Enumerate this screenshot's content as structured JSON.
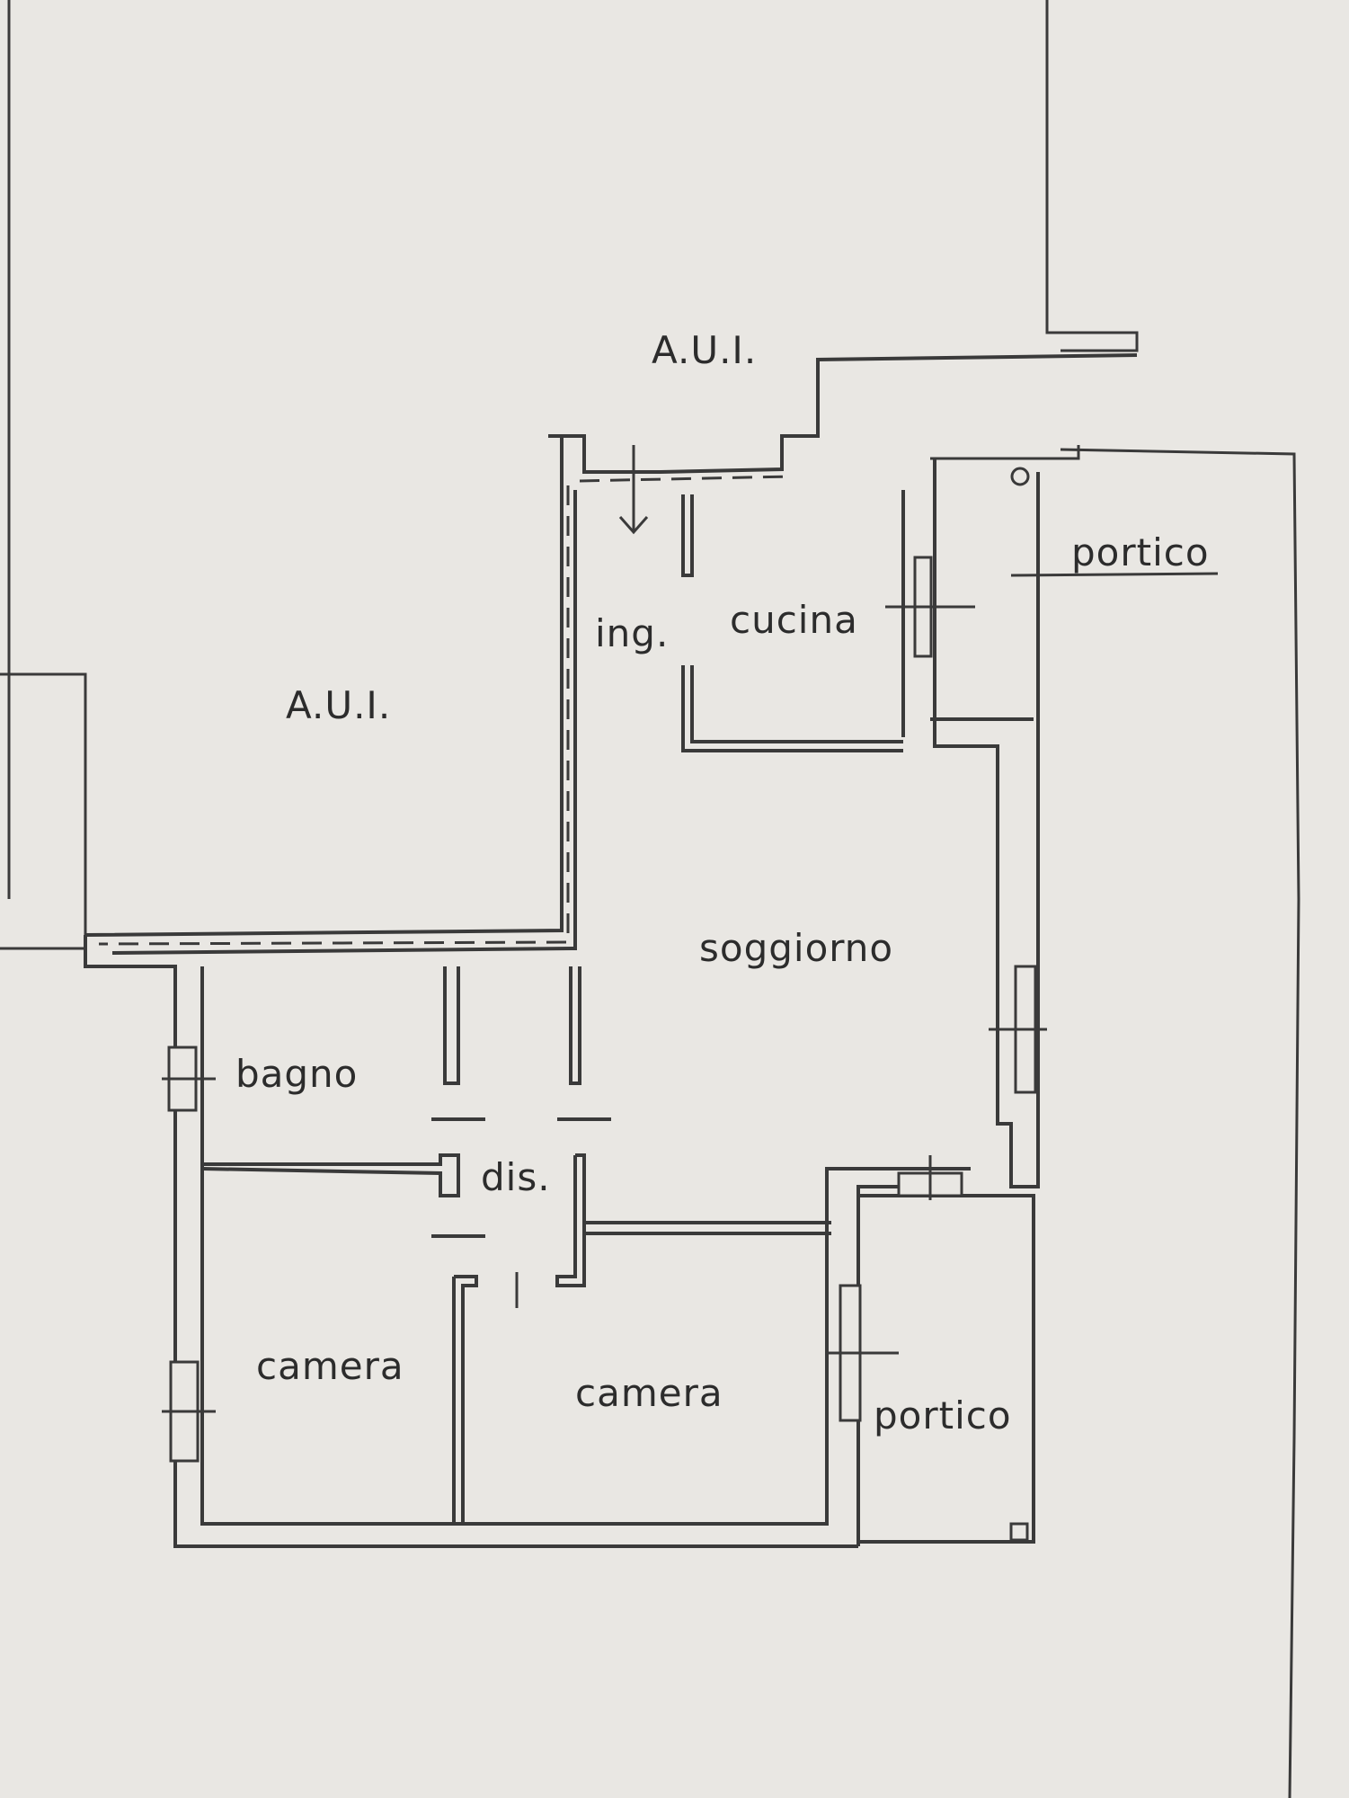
{
  "plan": {
    "labels": {
      "aui_top": "A.U.I.",
      "aui_left": "A.U.I.",
      "ingresso": "ing.",
      "cucina": "cucina",
      "portico_top": "portico",
      "soggiorno": "soggiorno",
      "bagno": "bagno",
      "disimpegno": "dis.",
      "camera_left": "camera",
      "camera_right": "camera",
      "portico_bottom": "portico"
    },
    "colors": {
      "paper": "#e9e7e3",
      "ink": "#3a3a3a"
    }
  }
}
